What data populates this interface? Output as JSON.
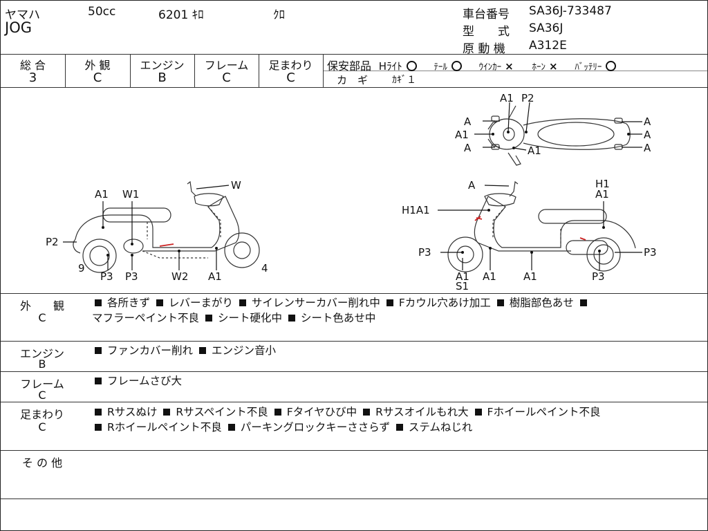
{
  "header": {
    "maker": "ヤマハ",
    "displacement": "50cc",
    "mileage": "6201 ｷﾛ",
    "color": "ｸﾛ",
    "model_name": "JOG",
    "frame_no_label": "車台番号",
    "frame_no": "SA36J-733487",
    "type_label": "型　　式",
    "type_value": "SA36J",
    "engine_label": "原 動 機",
    "engine_value": "A312E"
  },
  "grades": [
    {
      "label": "総 合",
      "value": "3"
    },
    {
      "label": "外 観",
      "value": "C"
    },
    {
      "label": "エンジン",
      "value": "B"
    },
    {
      "label": "フレーム",
      "value": "C"
    },
    {
      "label": "足まわり",
      "value": "C"
    }
  ],
  "safety": {
    "title": "保安部品",
    "headlight": "Hﾗｲﾄ",
    "tail": "ﾃｰﾙ",
    "winker": "ｳｲﾝｶｰ",
    "horn": "ﾎｰﾝ",
    "battery": "ﾊﾞｯﾃﾘｰ",
    "key_label": "カ　ギ",
    "key_value": "ｶｷﾞ１"
  },
  "diagram": {
    "top": [
      "A1",
      "P2",
      "A",
      "A1",
      "A",
      "A1",
      "A",
      "A",
      "A"
    ],
    "left": [
      "W",
      "A1",
      "W1",
      "P2",
      "9",
      "P3",
      "P3",
      "W2",
      "A1",
      "4"
    ],
    "right": [
      "A",
      "H1",
      "A1",
      "H1A1",
      "P3",
      "P3",
      "A1",
      "S1",
      "A1",
      "A1",
      "P3"
    ]
  },
  "sections": {
    "exterior": {
      "label": "外　　観",
      "grade": "C",
      "line1": [
        "各所きず",
        "レバーまがり",
        "サイレンサーカバー削れ中",
        "Fカウル穴あけ加工",
        "樹脂部色あせ",
        ""
      ],
      "line2": [
        "マフラーペイント不良",
        "シート硬化中",
        "シート色あせ中"
      ]
    },
    "engine": {
      "label": "エンジン",
      "grade": "B",
      "items": [
        "ファンカバー削れ",
        "エンジン音小"
      ]
    },
    "frame": {
      "label": "フレーム",
      "grade": "C",
      "items": [
        "フレームさび大"
      ]
    },
    "suspension": {
      "label": "足まわり",
      "grade": "C",
      "line1": [
        "Rサスぬけ",
        "Rサスペイント不良",
        "Fタイヤひび中",
        "Rサスオイルもれ大",
        "Fホイールペイント不良"
      ],
      "line2": [
        "Rホイールペイント不良",
        "パーキングロックキーささらず",
        "ステムねじれ"
      ]
    },
    "other": {
      "label": "そ の 他"
    }
  }
}
